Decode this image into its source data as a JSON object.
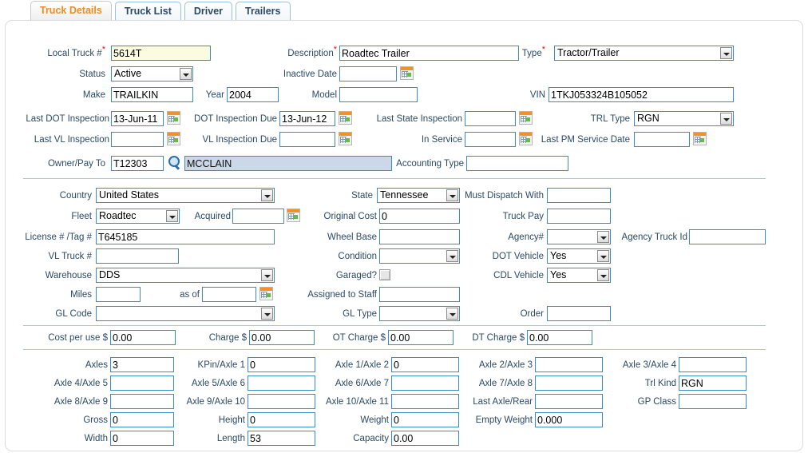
{
  "tabs": [
    {
      "label": "Truck Details",
      "active": true
    },
    {
      "label": "Truck List",
      "active": false
    },
    {
      "label": "Driver",
      "active": false
    },
    {
      "label": "Trailers",
      "active": false
    }
  ],
  "colors": {
    "accent_active_tab": "#f08c1e",
    "label_text": "#2b4a66",
    "input_border": "#3c8dbc",
    "required_field_bg": "#fbfbe0",
    "readonly_field_bg": "#ccd8e8",
    "required_asterisk": "#d81515",
    "separator": "#a9c8dd"
  },
  "section_identity": {
    "local_truck_no": {
      "label": "Local Truck #",
      "required": true,
      "value": "5614T"
    },
    "description": {
      "label": "Description",
      "required": true,
      "value": "Roadtec Trailer"
    },
    "type": {
      "label": "Type",
      "required": true,
      "value": "Tractor/Trailer"
    },
    "status": {
      "label": "Status",
      "value": "Active"
    },
    "inactive_date": {
      "label": "Inactive Date",
      "value": ""
    },
    "make": {
      "label": "Make",
      "value": "TRAILKIN"
    },
    "year": {
      "label": "Year",
      "value": "2004"
    },
    "model": {
      "label": "Model",
      "value": ""
    },
    "vin": {
      "label": "VIN",
      "value": "1TKJ053324B105052"
    }
  },
  "section_inspections": {
    "last_dot_inspection": {
      "label": "Last DOT Inspection",
      "value": "13-Jun-11"
    },
    "dot_inspection_due": {
      "label": "DOT Inspection Due",
      "value": "13-Jun-12"
    },
    "last_state_inspection": {
      "label": "Last State Inspection",
      "value": ""
    },
    "trl_type": {
      "label": "TRL Type",
      "value": "RGN"
    },
    "last_vl_inspection": {
      "label": "Last VL Inspection",
      "value": ""
    },
    "vl_inspection_due": {
      "label": "VL Inspection Due",
      "value": ""
    },
    "in_service": {
      "label": "In Service",
      "value": ""
    },
    "last_pm_service_date": {
      "label": "Last PM Service Date",
      "value": ""
    }
  },
  "section_owner": {
    "owner_pay_to": {
      "label": "Owner/Pay To",
      "code": "T12303",
      "name": "MCCLAIN"
    },
    "accounting_type": {
      "label": "Accounting Type",
      "value": ""
    }
  },
  "section_registration": {
    "country": {
      "label": "Country",
      "value": "United States"
    },
    "state": {
      "label": "State",
      "value": "Tennessee"
    },
    "must_dispatch_with": {
      "label": "Must Dispatch With",
      "value": ""
    },
    "fleet": {
      "label": "Fleet",
      "value": "Roadtec"
    },
    "acquired": {
      "label": "Acquired",
      "value": ""
    },
    "original_cost": {
      "label": "Original Cost",
      "value": "0"
    },
    "truck_pay": {
      "label": "Truck Pay",
      "value": ""
    },
    "license_tag": {
      "label": "License # /Tag #",
      "value": "T645185"
    },
    "wheel_base": {
      "label": "Wheel Base",
      "value": ""
    },
    "agency_no": {
      "label": "Agency#",
      "value": ""
    },
    "agency_truck_id": {
      "label": "Agency Truck Id",
      "value": ""
    },
    "vl_truck_no": {
      "label": "VL Truck #",
      "value": ""
    },
    "condition": {
      "label": "Condition",
      "value": ""
    },
    "dot_vehicle": {
      "label": "DOT Vehicle",
      "value": "Yes"
    },
    "warehouse": {
      "label": "Warehouse",
      "value": "DDS"
    },
    "garaged": {
      "label": "Garaged?",
      "checked": false
    },
    "cdl_vehicle": {
      "label": "CDL Vehicle",
      "value": "Yes"
    },
    "miles": {
      "label": "Miles",
      "value": ""
    },
    "miles_as_of": {
      "label": "as of",
      "value": ""
    },
    "assigned_to_staff": {
      "label": "Assigned to Staff",
      "value": ""
    },
    "gl_code": {
      "label": "GL Code",
      "value": ""
    },
    "gl_type": {
      "label": "GL Type",
      "value": ""
    },
    "order": {
      "label": "Order",
      "value": ""
    }
  },
  "section_charges": {
    "cost_per_use": {
      "label": "Cost per use $",
      "value": "0.00"
    },
    "charge": {
      "label": "Charge $",
      "value": "0.00"
    },
    "ot_charge": {
      "label": "OT Charge $",
      "value": "0.00"
    },
    "dt_charge": {
      "label": "DT Charge $",
      "value": "0.00"
    }
  },
  "section_dimensions": {
    "axles": {
      "label": "Axles",
      "value": "3"
    },
    "kpin_axle1": {
      "label": "KPin/Axle 1",
      "value": "0"
    },
    "axle1_axle2": {
      "label": "Axle 1/Axle 2",
      "value": "0"
    },
    "axle2_axle3": {
      "label": "Axle 2/Axle 3",
      "value": ""
    },
    "axle3_axle4": {
      "label": "Axle 3/Axle 4",
      "value": ""
    },
    "axle4_axle5": {
      "label": "Axle 4/Axle 5",
      "value": ""
    },
    "axle5_axle6": {
      "label": "Axle 5/Axle 6",
      "value": ""
    },
    "axle6_axle7": {
      "label": "Axle 6/Axle 7",
      "value": ""
    },
    "axle7_axle8": {
      "label": "Axle 7/Axle 8",
      "value": ""
    },
    "trl_kind": {
      "label": "Trl Kind",
      "value": "RGN"
    },
    "axle8_axle9": {
      "label": "Axle 8/Axle 9",
      "value": ""
    },
    "axle9_axle10": {
      "label": "Axle 9/Axle 10",
      "value": ""
    },
    "axle10_axle11": {
      "label": "Axle 10/Axle 11",
      "value": ""
    },
    "last_axle_rear": {
      "label": "Last Axle/Rear",
      "value": ""
    },
    "gp_class": {
      "label": "GP Class",
      "value": ""
    },
    "gross": {
      "label": "Gross",
      "value": "0"
    },
    "height": {
      "label": "Height",
      "value": "0"
    },
    "weight": {
      "label": "Weight",
      "value": "0"
    },
    "empty_weight": {
      "label": "Empty Weight",
      "value": "0.000"
    },
    "width": {
      "label": "Width",
      "value": "0"
    },
    "length": {
      "label": "Length",
      "value": "53"
    },
    "capacity": {
      "label": "Capacity",
      "value": "0.00"
    }
  }
}
